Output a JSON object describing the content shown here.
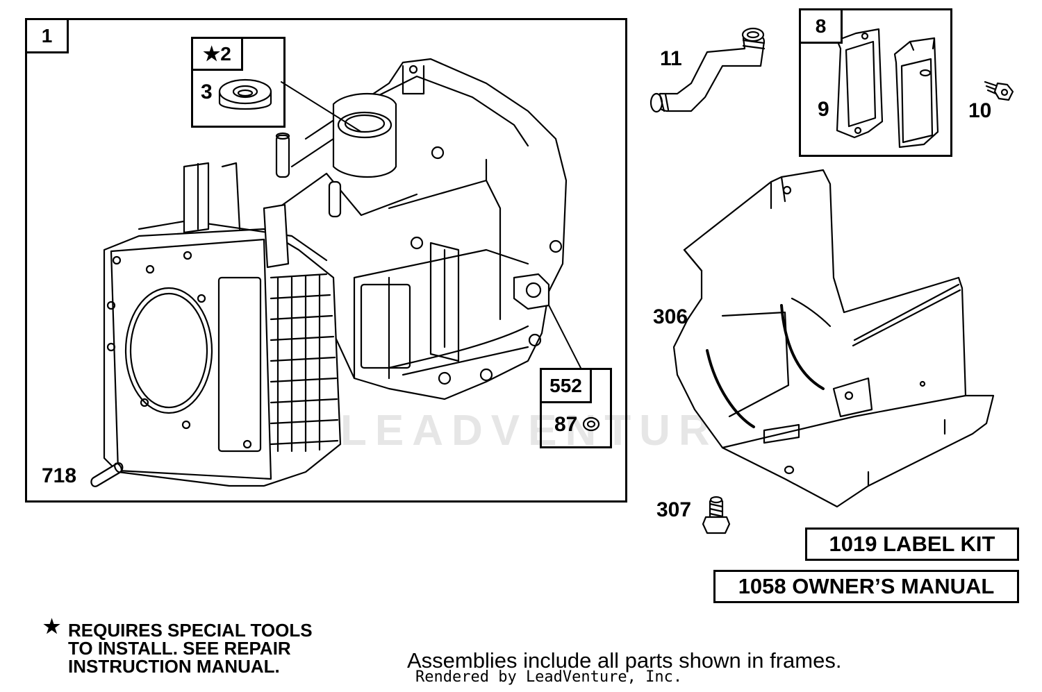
{
  "frames": {
    "engine_block": {
      "tag": "1"
    },
    "bearing_kit": {
      "tag": "★2",
      "part_3": "3"
    },
    "fitting_kit": {
      "tag": "552",
      "part_87": "87"
    },
    "breather_kit": {
      "tag": "8",
      "part_9": "9"
    }
  },
  "callouts": {
    "p11": "11",
    "p10": "10",
    "p306": "306",
    "p307": "307",
    "p718": "718"
  },
  "labels": {
    "label_kit": "1019 LABEL KIT",
    "owners_manual": "1058 OWNER’S MANUAL"
  },
  "notes": {
    "star_symbol": "★",
    "special_tools_line1": "REQUIRES SPECIAL TOOLS",
    "special_tools_line2": "TO INSTALL.  SEE REPAIR",
    "special_tools_line3": "INSTRUCTION MANUAL."
  },
  "footer": {
    "assemblies_note": "Assemblies include all parts shown in frames.",
    "rendered_by": "Rendered by LeadVenture, Inc.",
    "watermark": "LEADVENTURE"
  }
}
